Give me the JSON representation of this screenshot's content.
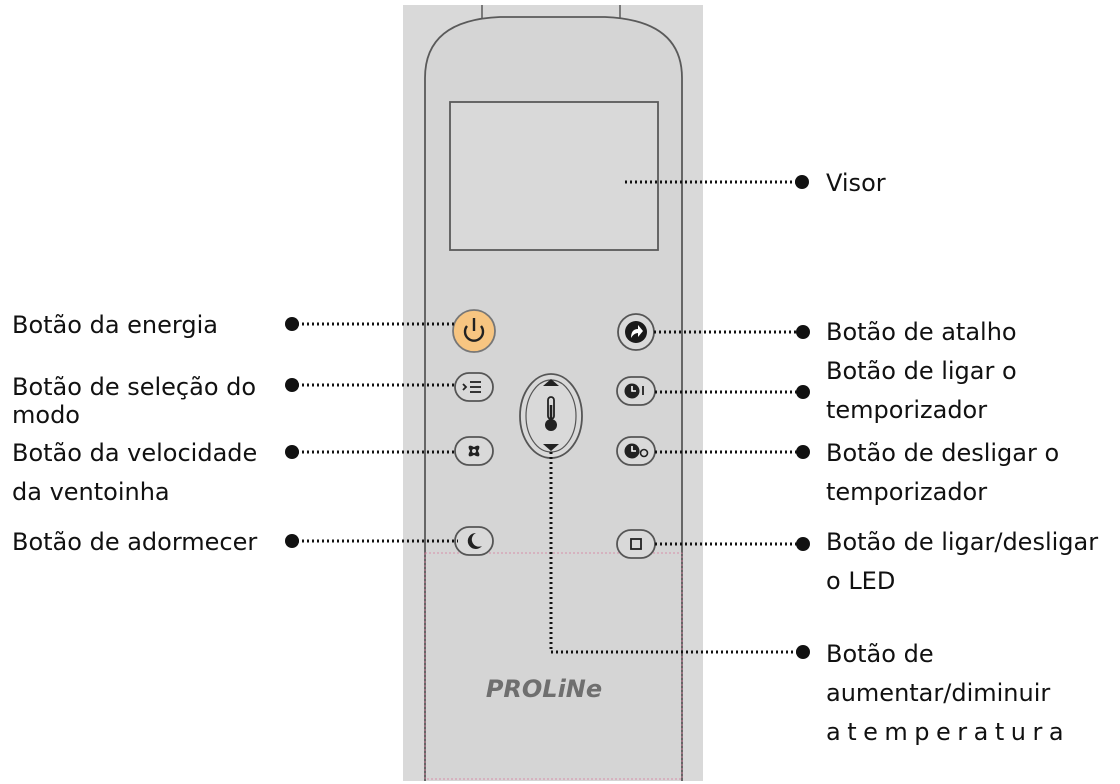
{
  "brand": "PROLiNe",
  "colors": {
    "panel": "#d9d9d9",
    "outline": "#5a5a5a",
    "power_button": "#f7c581",
    "leader": "#111111"
  },
  "icons": {
    "power": "power-icon",
    "shortcut": "shortcut-arrow-icon",
    "mode": "mode-list-icon",
    "timer_on": "timer-on-icon",
    "timer_off": "timer-off-icon",
    "fan": "fan-icon",
    "temperature": "thermometer-icon",
    "sleep": "moon-icon",
    "led": "square-icon"
  },
  "labels": {
    "display": "Visor",
    "power": "Botão da energia",
    "shortcut": "Botão de atalho",
    "mode": [
      "Botão de seleção do",
      "modo"
    ],
    "timer_on": [
      "Botão de ligar o",
      "temporizador"
    ],
    "fan": [
      "Botão da velocidade",
      "da ventoinha"
    ],
    "timer_off": [
      "Botão de desligar o",
      "temporizador"
    ],
    "sleep": "Botão de adormecer",
    "led": [
      "Botão de ligar/desligar",
      "o LED"
    ],
    "temperature": [
      "Botão de",
      "aumentar/diminuir",
      "atemperatura"
    ]
  }
}
